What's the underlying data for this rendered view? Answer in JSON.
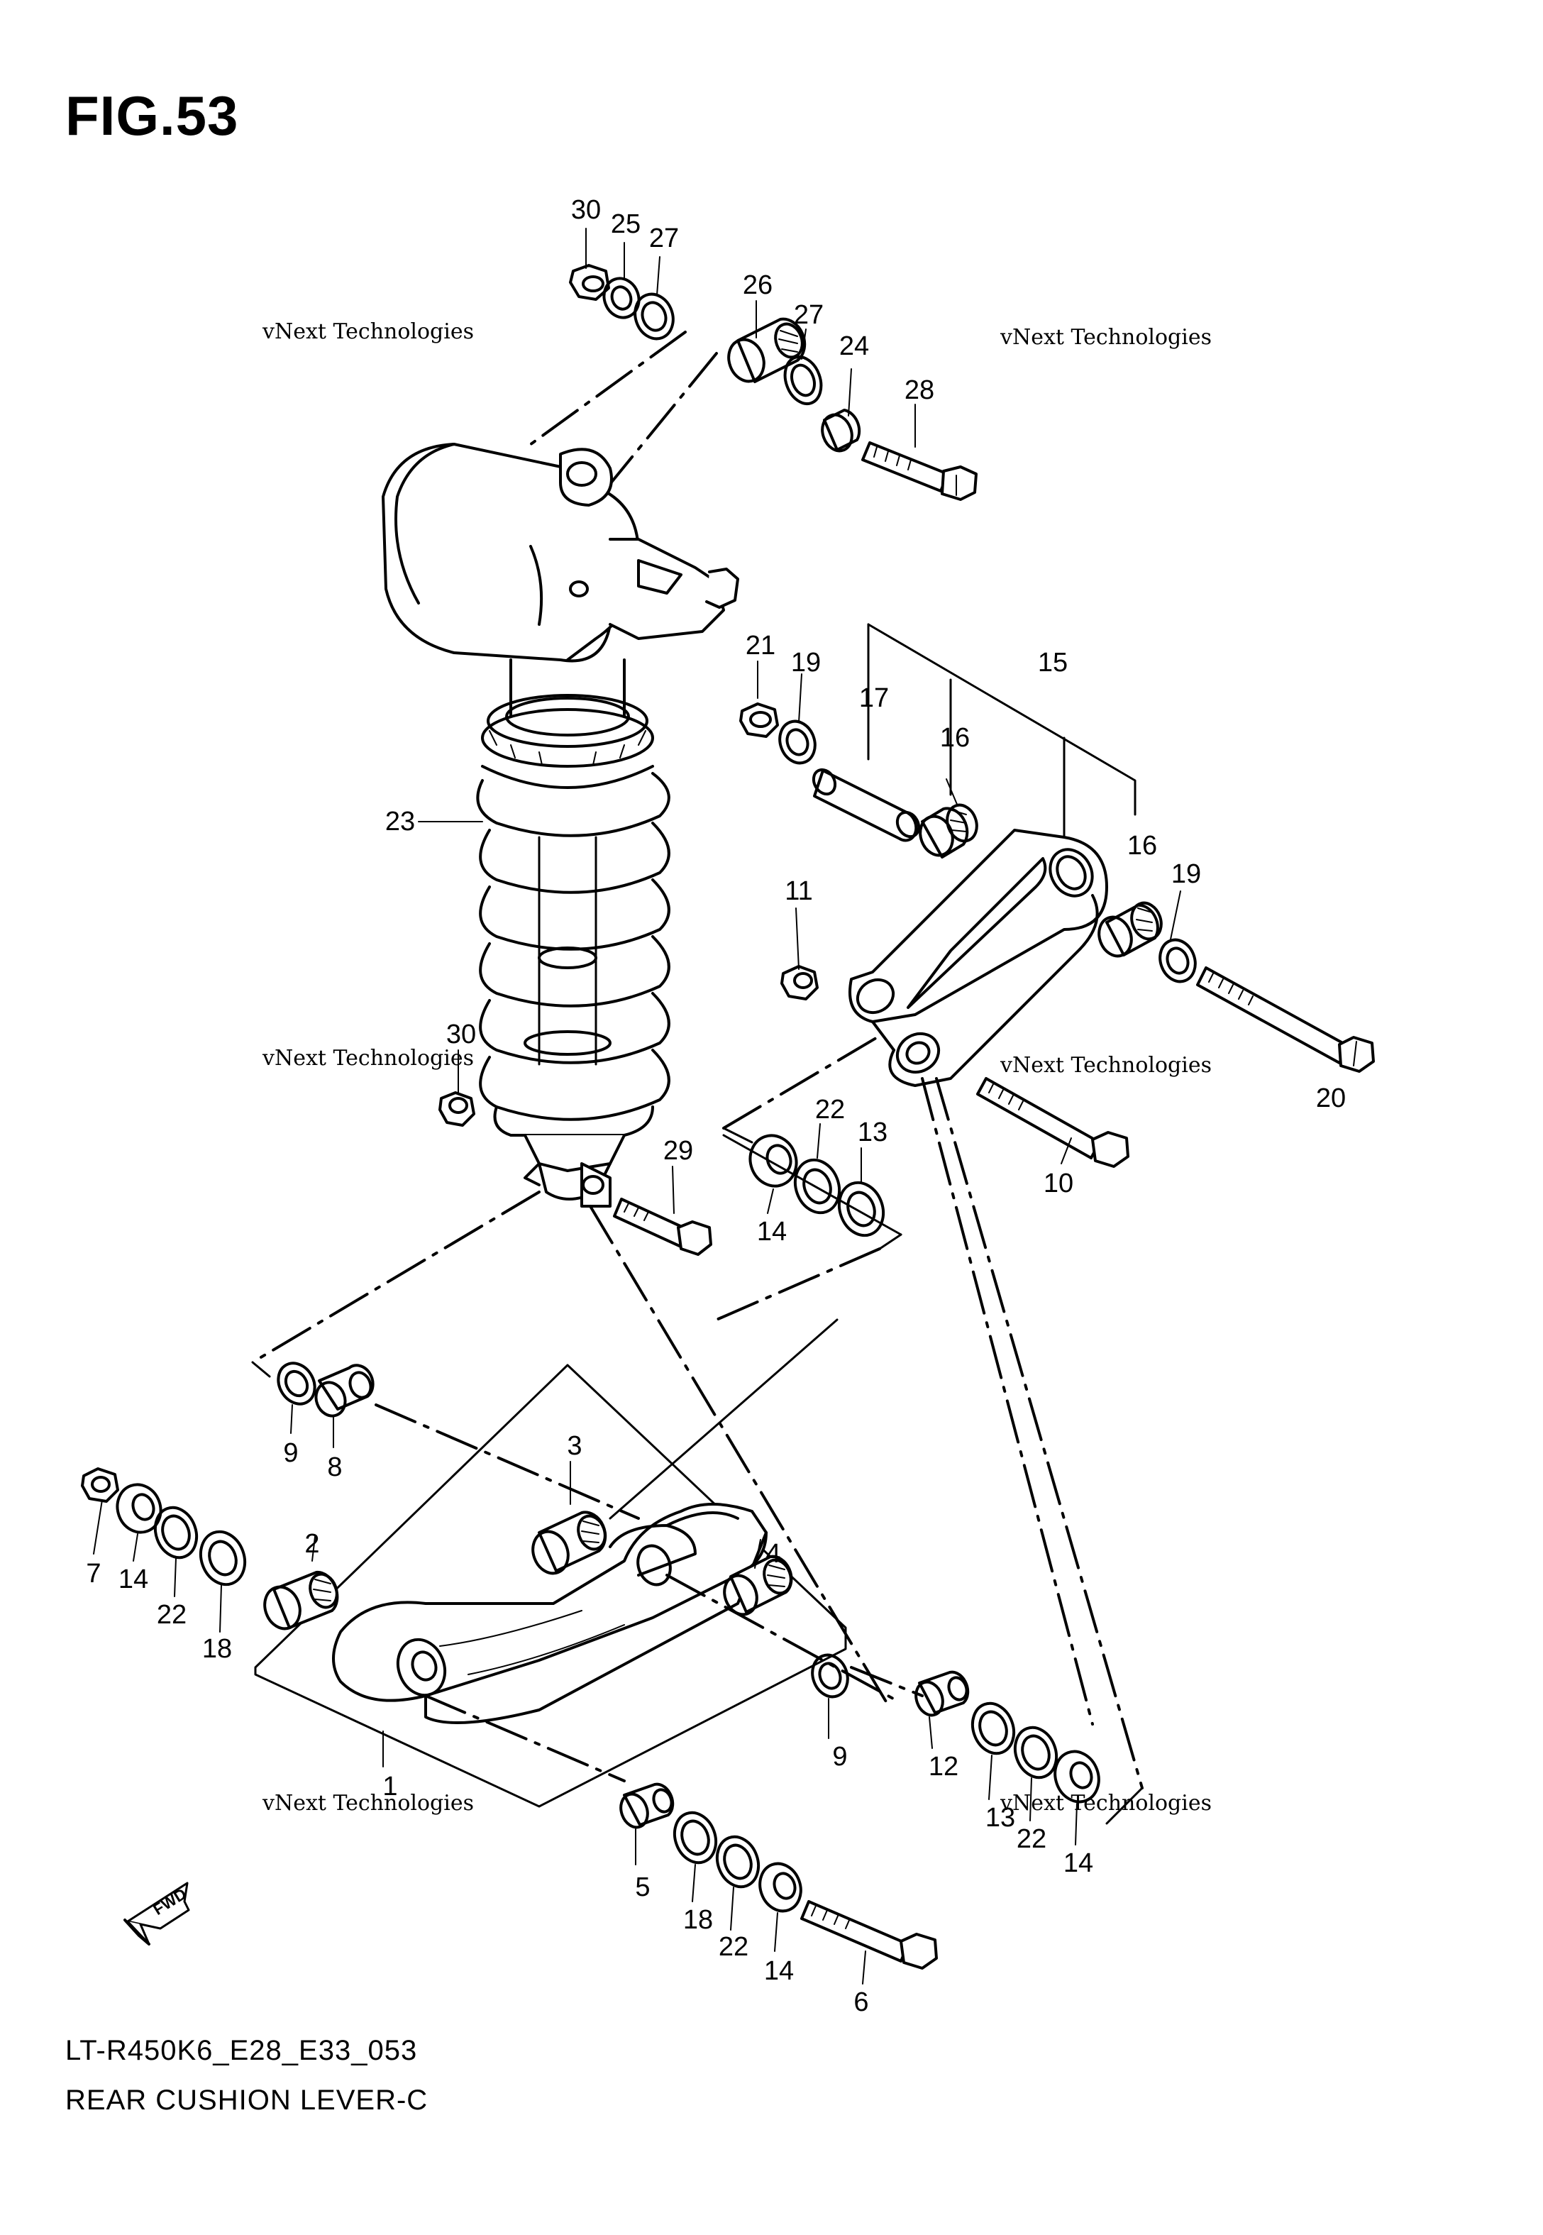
{
  "figure": {
    "title": "FIG.53"
  },
  "footer": {
    "code": "LT-R450K6_E28_E33_053",
    "title": "REAR CUSHION LEVER-C"
  },
  "watermark": {
    "line": "vNext Technologies",
    "big": "vNext",
    "big2": "Technologies"
  },
  "fwd": "FWD",
  "callouts": [
    {
      "id": "30a",
      "text": "30"
    },
    {
      "id": "25",
      "text": "25"
    },
    {
      "id": "27a",
      "text": "27"
    },
    {
      "id": "26",
      "text": "26"
    },
    {
      "id": "27b",
      "text": "27"
    },
    {
      "id": "24",
      "text": "24"
    },
    {
      "id": "28",
      "text": "28"
    },
    {
      "id": "21",
      "text": "21"
    },
    {
      "id": "19a",
      "text": "19"
    },
    {
      "id": "17",
      "text": "17"
    },
    {
      "id": "16a",
      "text": "16"
    },
    {
      "id": "15",
      "text": "15"
    },
    {
      "id": "16b",
      "text": "16"
    },
    {
      "id": "19b",
      "text": "19"
    },
    {
      "id": "20",
      "text": "20"
    },
    {
      "id": "11",
      "text": "11"
    },
    {
      "id": "23",
      "text": "23"
    },
    {
      "id": "30b",
      "text": "30"
    },
    {
      "id": "29",
      "text": "29"
    },
    {
      "id": "22a",
      "text": "22"
    },
    {
      "id": "13a",
      "text": "13"
    },
    {
      "id": "14a",
      "text": "14"
    },
    {
      "id": "10",
      "text": "10"
    },
    {
      "id": "9a",
      "text": "9"
    },
    {
      "id": "8",
      "text": "8"
    },
    {
      "id": "3",
      "text": "3"
    },
    {
      "id": "7",
      "text": "7"
    },
    {
      "id": "14b",
      "text": "14"
    },
    {
      "id": "22b",
      "text": "22"
    },
    {
      "id": "18a",
      "text": "18"
    },
    {
      "id": "2",
      "text": "2"
    },
    {
      "id": "4",
      "text": "4"
    },
    {
      "id": "1",
      "text": "1"
    },
    {
      "id": "9b",
      "text": "9"
    },
    {
      "id": "12",
      "text": "12"
    },
    {
      "id": "13b",
      "text": "13"
    },
    {
      "id": "22c",
      "text": "22"
    },
    {
      "id": "14c",
      "text": "14"
    },
    {
      "id": "5",
      "text": "5"
    },
    {
      "id": "18b",
      "text": "18"
    },
    {
      "id": "22d",
      "text": "22"
    },
    {
      "id": "14d",
      "text": "14"
    },
    {
      "id": "6",
      "text": "6"
    }
  ]
}
